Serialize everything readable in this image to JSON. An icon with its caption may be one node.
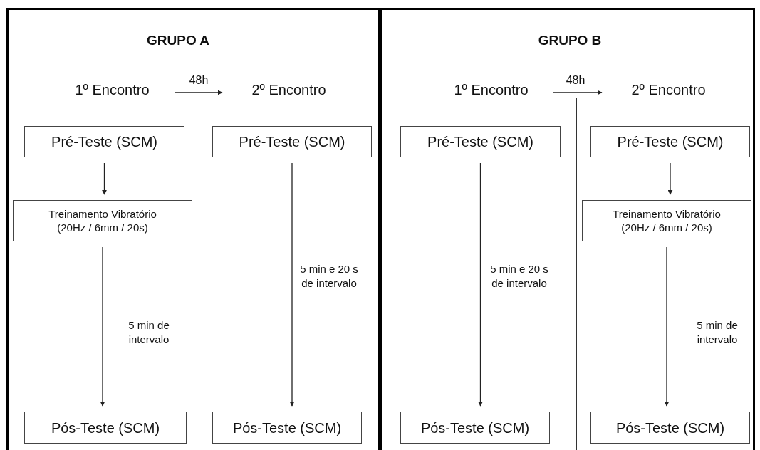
{
  "diagram": {
    "nodes": [
      {
        "text": [
          "GRUPO A"
        ]
      },
      {
        "text": [
          "1º Encontro"
        ],
        "in": 0
      },
      {
        "text": [
          "2º Encontro"
        ],
        "in": 0
      },
      {
        "text": [
          "Pré-Teste (SCM)"
        ],
        "in": 0
      },
      {
        "text": [
          "Treinamento Vibratório (20Hz / 6mm / 20s)"
        ],
        "in": 0
      },
      {
        "text": [
          "Pós-Teste (SCM)"
        ],
        "in": 0
      },
      {
        "text": [
          "Pré-Teste (SCM)"
        ],
        "in": 0
      },
      {
        "text": [
          "Pós-Teste (SCM)"
        ],
        "in": 0
      },
      {
        "text": [
          "GRUPO B"
        ]
      },
      {
        "text": [
          "1º Encontro"
        ],
        "in": 8
      },
      {
        "text": [
          "2º Encontro"
        ],
        "in": 8
      },
      {
        "text": [
          "Pré-Teste (SCM)"
        ],
        "in": 8
      },
      {
        "text": [
          "Pós-Teste (SCM)"
        ],
        "in": 8
      },
      {
        "text": [
          "Pré-Teste (SCM)"
        ],
        "in": 8
      },
      {
        "text": [
          "Treinamento Vibratório (20Hz / 6mm / 20s)"
        ],
        "in": 8
      },
      {
        "text": [
          "Pós-Teste (SCM)"
        ],
        "in": 8
      }
    ],
    "edges": [
      {
        "from": 1,
        "to": 2,
        "arrow": "to",
        "label": "48h"
      },
      {
        "from": 3,
        "to": 4,
        "arrow": "to"
      },
      {
        "from": 4,
        "to": 5,
        "arrow": "to",
        "label": "5 min de intervalo"
      },
      {
        "from": 6,
        "to": 7,
        "arrow": "to",
        "label": "5 min e 20 s de intervalo"
      },
      {
        "from": 9,
        "to": 10,
        "arrow": "to",
        "label": "48h"
      },
      {
        "from": 11,
        "to": 12,
        "arrow": "to",
        "label": "5 min e 20 s de intervalo"
      },
      {
        "from": 13,
        "to": 14,
        "arrow": "to"
      },
      {
        "from": 14,
        "to": 15,
        "arrow": "to",
        "label": "5 min de intervalo"
      }
    ]
  }
}
